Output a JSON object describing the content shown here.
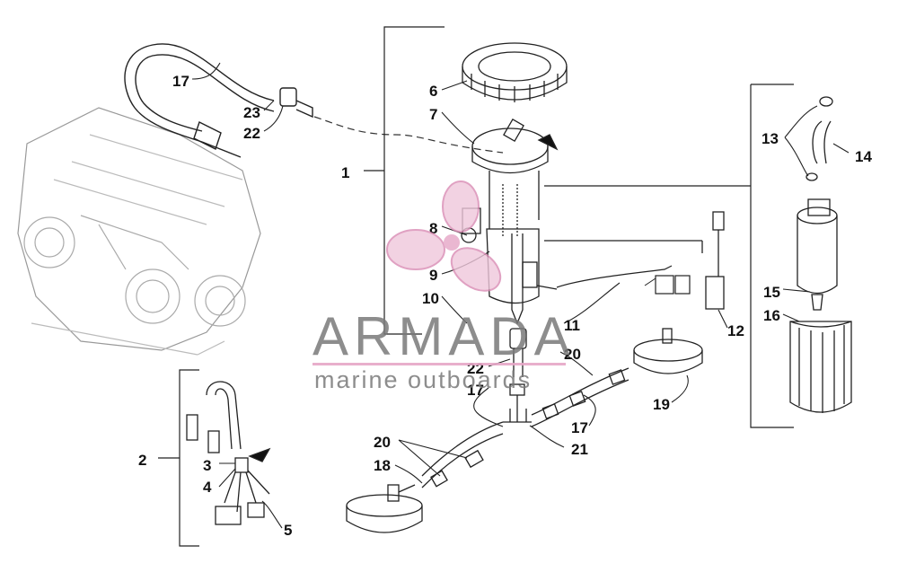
{
  "diagram": {
    "callouts": [
      "1",
      "2",
      "3",
      "4",
      "5",
      "6",
      "7",
      "8",
      "9",
      "10",
      "11",
      "12",
      "13",
      "14",
      "15",
      "16",
      "17",
      "18",
      "19",
      "20",
      "21",
      "22",
      "23"
    ],
    "labels": {
      "l17a": "17",
      "l23": "23",
      "l22a": "22",
      "l1": "1",
      "l6": "6",
      "l7": "7",
      "l8": "8",
      "l9": "9",
      "l10": "10",
      "l11": "11",
      "l12": "12",
      "l13": "13",
      "l14": "14",
      "l15": "15",
      "l16": "16",
      "l22b": "22",
      "l20a": "20",
      "l17b": "17",
      "l19": "19",
      "l17c": "17",
      "l21": "21",
      "l20b": "20",
      "l18": "18",
      "l2": "2",
      "l3": "3",
      "l4": "4",
      "l5": "5"
    }
  },
  "watermark": {
    "brand": "ARMADA",
    "tagline": "marine outboards",
    "accent_color": "#e6a6c6"
  },
  "colors": {
    "ink": "#111111",
    "background": "#ffffff"
  }
}
